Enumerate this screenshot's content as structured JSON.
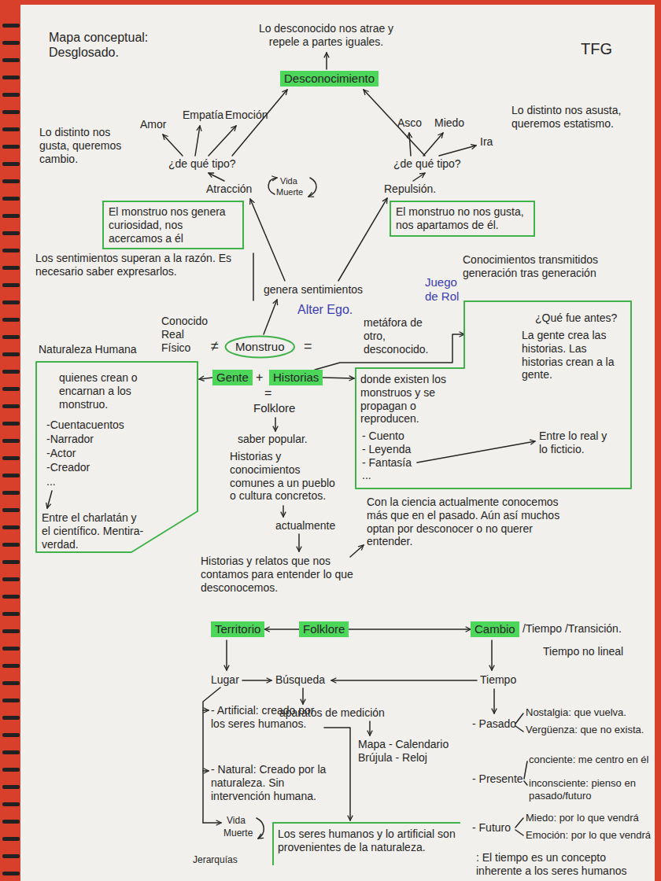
{
  "diagram": {
    "title": "Mapa conceptual: Desglosado.",
    "nodes": [
      {
        "text": [
          "Desconocimiento"
        ]
      },
      {
        "text": [
          "El monstruo nos genera curiosidad, nos acercamos a él"
        ]
      },
      {
        "text": [
          "El monstruo no nos gusta, nos apartamos de él."
        ]
      },
      {
        "text": [
          "Conocimientos transmitidos generación tras generación",
          "¿Qué fue antes?",
          "La gente crea las historias. Las historias crean a la gente.",
          "donde existen los monstruos y se propagan o reproducen.",
          "- Cuento",
          "- Leyenda",
          "- Fantasía",
          "...",
          "Entre lo real y lo ficticio."
        ]
      },
      {
        "text": [
          "Monstruo"
        ]
      },
      {
        "text": [
          "Naturaleza Humana",
          "quienes crean o encarnan a los monstruo.",
          "-Cuentacuentos",
          "-Narrador",
          "-Actor",
          "-Creador",
          "...",
          "Entre el charlatán y el científico. Mentira-verdad."
        ]
      },
      {
        "text": [
          "Gente"
        ]
      },
      {
        "text": [
          "Historias"
        ]
      },
      {
        "text": [
          "Territorio"
        ]
      },
      {
        "text": [
          "Folklore"
        ]
      },
      {
        "text": [
          "Cambio"
        ]
      },
      {
        "text": [
          "Los seres humanos y lo artificial son provenientes de la naturaleza.",
          ": El tiempo es un concepto inherente a los seres humanos"
        ]
      }
    ],
    "edges": [
      {
        "from": 6,
        "to": 5,
        "arrow": "to"
      },
      {
        "from": 7,
        "to": 3,
        "arrow": "to"
      },
      {
        "from": 7,
        "to": 3,
        "arrow": "to"
      },
      {
        "from": 9,
        "to": 8,
        "arrow": "to"
      },
      {
        "from": 9,
        "to": 10,
        "arrow": "to"
      }
    ],
    "labels": [
      "TFG",
      "Lo desconocido nos atrae y repele a partes iguales.",
      "Lo distinto nos gusta, queremos cambio.",
      "Amor",
      "Empatía",
      "Emoción",
      "¿de qué tipo?",
      "¿de qué tipo?",
      "Asco",
      "Miedo",
      "Ira",
      "Lo distinto nos asusta, queremos estatismo.",
      "Atracción",
      "Vida",
      "Muerte",
      "Repulsión.",
      "Los sentimientos superan a la razón. Es necesario saber expresarlos.",
      "genera sentimientos",
      "Alter Ego.",
      "Juego de Rol",
      "metáfora de otro, desconocido.",
      "Conocido Real Físico",
      "≠",
      "=",
      "+",
      "=",
      "Folklore",
      "saber popular.",
      "Historias y conocimientos comunes a un pueblo o cultura concretos.",
      "actualmente",
      "Historias y relatos que nos contamos para entender lo que desconocemos.",
      "Con la ciencia actualmente conocemos más que en el pasado. Aún así muchos optan por desconocer o no querer entender.",
      "/Tiempo /Transición.",
      "Tiempo no lineal",
      "Lugar",
      "Búsqueda",
      "Tiempo",
      "aparatos de medición",
      "Mapa - Calendario Brújula - Reloj",
      "- Artificial: creado por los seres humanos.",
      "- Natural: Creado por la naturaleza. Sin intervención humana.",
      "Vida",
      "Muerte",
      "Jerarquías",
      "- Pasado",
      "Nostalgia: que vuelva.",
      "Vergüenza: que no exista.",
      "- Presente",
      "conciente: me centro en él",
      "inconsciente: pienso en pasado/futuro",
      "- Futuro",
      "Miedo: por lo que vendrá",
      "Emoción: por lo que vendrá"
    ]
  }
}
